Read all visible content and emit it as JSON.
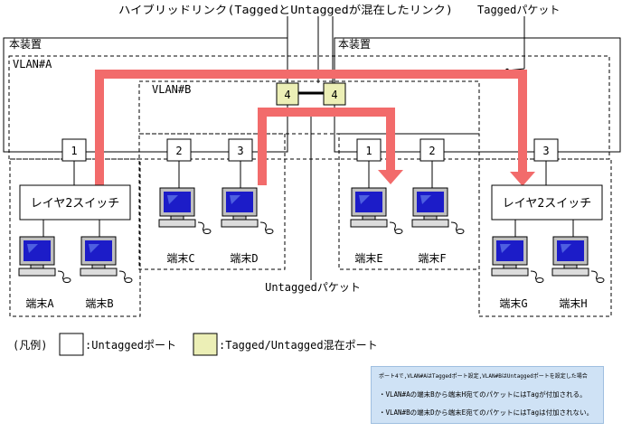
{
  "labels": {
    "hybrid_link": "ハイブリッドリンク(TaggedとUntaggedが混在したリンク)",
    "tagged_packet": "Taggedパケット",
    "untagged_packet": "Untaggedパケット",
    "device_left": "本装置",
    "device_right": "本装置",
    "vlan_a": "VLAN#A",
    "vlan_b": "VLAN#B"
  },
  "ports": {
    "p4_left": "4",
    "p4_right": "4",
    "left_p1": "1",
    "left_p2": "2",
    "left_p3": "3",
    "right_p1": "1",
    "right_p2": "2",
    "right_p3": "3"
  },
  "switches": {
    "left": "レイヤ2スイッチ",
    "right": "レイヤ2スイッチ"
  },
  "terminals": {
    "a": "端末A",
    "b": "端末B",
    "c": "端末C",
    "d": "端末D",
    "e": "端末E",
    "f": "端末F",
    "g": "端末G",
    "h": "端末H"
  },
  "legend": {
    "prefix": "(凡例)",
    "untagged_port": ":Untaggedポート",
    "mixed_port": ":Tagged/Untagged混在ポート"
  },
  "note": {
    "line1": "ポート4で,VLAN#AはTaggedポート設定,VLAN#BはUntaggedポートを設定した場合",
    "line2": "・VLAN#Aの端末Bから端末H宛てのパケットにはTagが付加される。",
    "line3": "・VLAN#Bの端末Dから端末E宛てのパケットにはTagは付加されない。"
  },
  "colors": {
    "packet_path": "#f26b6b",
    "mixed_port_fill": "#ecefb6",
    "note_fill": "#cfe2f5",
    "screen": "#1c1cc8"
  }
}
